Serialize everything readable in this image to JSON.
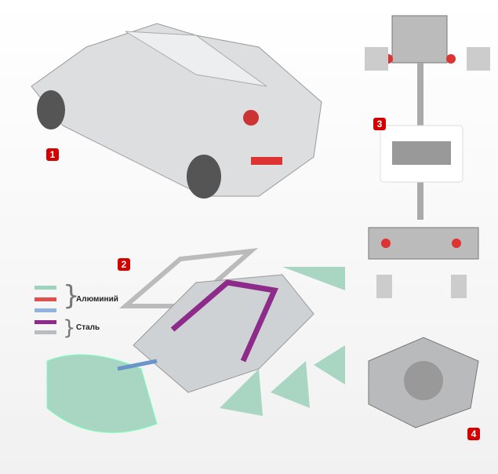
{
  "badges": [
    "1",
    "2",
    "3",
    "4"
  ],
  "legend": {
    "aluminium_label": "Алюминий",
    "steel_label": "Сталь",
    "colors": {
      "green": "#9fd3bd",
      "red": "#e0504f",
      "blue": "#90b4dc",
      "purple": "#8e2a8a",
      "gray": "#b9bcc0"
    }
  }
}
